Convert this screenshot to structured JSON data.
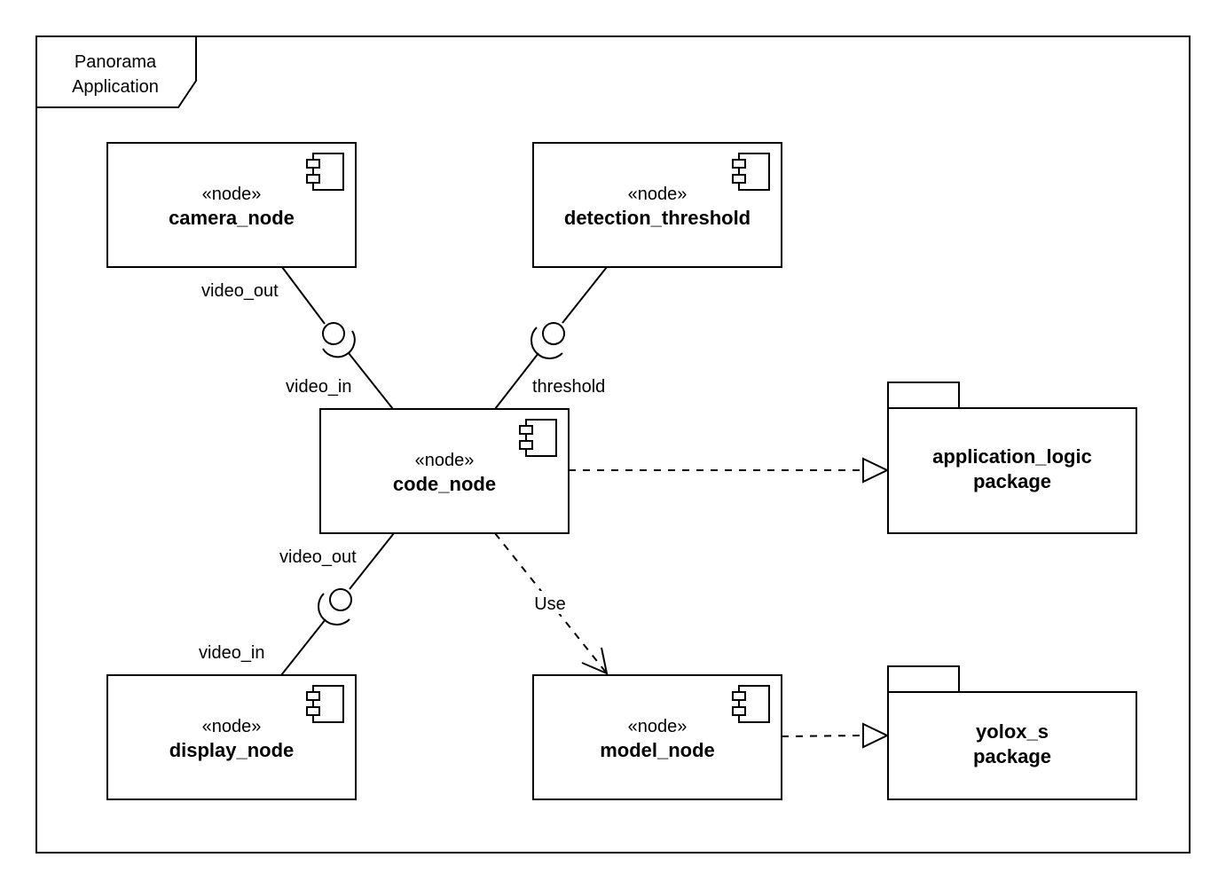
{
  "frame": {
    "title_line1": "Panorama",
    "title_line2": "Application"
  },
  "nodes": {
    "camera": {
      "stereotype": "«node»",
      "name": "camera_node"
    },
    "detection": {
      "stereotype": "«node»",
      "name": "detection_threshold"
    },
    "code": {
      "stereotype": "«node»",
      "name": "code_node"
    },
    "display": {
      "stereotype": "«node»",
      "name": "display_node"
    },
    "model": {
      "stereotype": "«node»",
      "name": "model_node"
    }
  },
  "packages": {
    "application_logic": {
      "name": "application_logic",
      "kind": "package"
    },
    "yolox": {
      "name": "yolox_s",
      "kind": "package"
    }
  },
  "connectors": {
    "camera_to_code": {
      "provided": "video_out",
      "required": "video_in"
    },
    "threshold_to_code": {
      "label": "threshold"
    },
    "code_to_display": {
      "provided": "video_out",
      "required": "video_in"
    },
    "code_to_model": {
      "label": "Use"
    }
  }
}
